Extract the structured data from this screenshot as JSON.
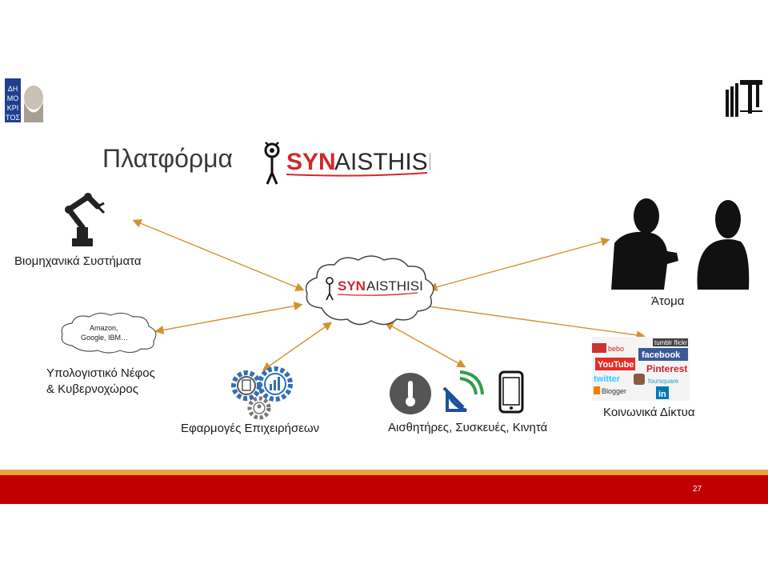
{
  "slide": {
    "title": "Πλατφόρμα",
    "brand": {
      "syn": "SYN",
      "rest": "AISTHISI"
    },
    "page_number": "27"
  },
  "nodes": {
    "industrial": "Βιομηχανικά Συστήματα",
    "people": "Άτομα",
    "cloud_label_1": "Υπολογιστικό Νέφος",
    "cloud_label_2": "& Κυβερνοχώρος",
    "cloud_providers_1": "Amazon,",
    "cloud_providers_2": "Google, IBM…",
    "business": "Εφαρμογές Επιχειρήσεων",
    "sensors": "Αισθητήρες, Συσκευές, Κινητά",
    "social": "Κοινωνικά Δίκτυα"
  },
  "social_logos": [
    "tumblr",
    "flickr",
    "bebo",
    "facebook",
    "YouTube",
    "Pinterest",
    "twitter",
    "foursquare",
    "Blogger",
    "in"
  ],
  "colors": {
    "arrow": "#d4922f",
    "brand_red": "#d0282e",
    "footer_red": "#c00000",
    "footer_stripe": "#e8a33d",
    "icon_blue": "#2f6fb5",
    "icon_dark": "#555555"
  }
}
